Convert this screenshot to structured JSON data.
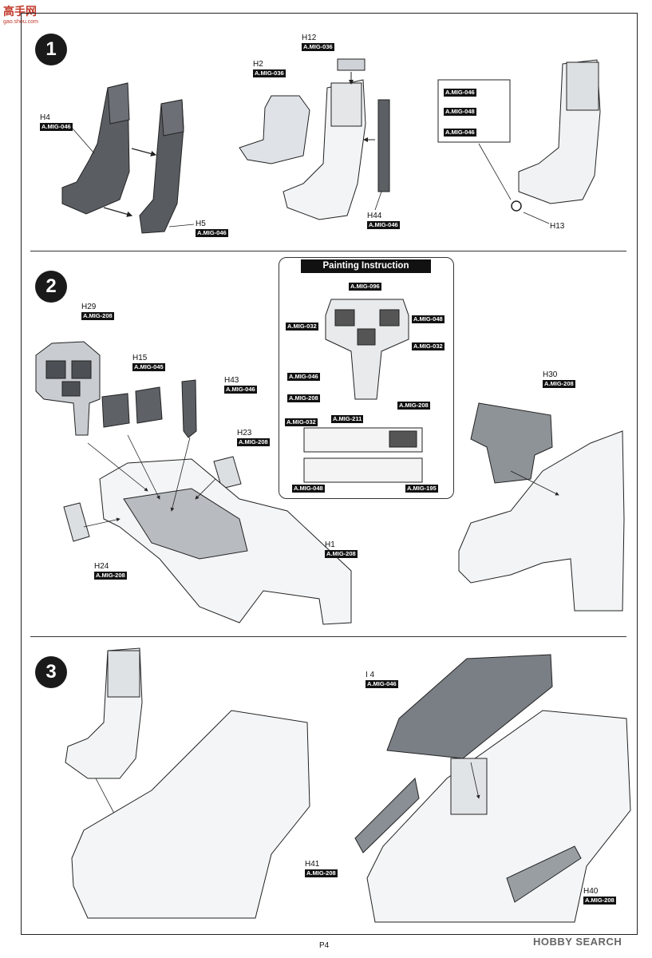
{
  "header_logo": {
    "text": "高手网",
    "url_text": "gao.shou.com"
  },
  "page_number": "P4",
  "watermark": "HOBBY SEARCH",
  "steps": [
    {
      "number": "1"
    },
    {
      "number": "2"
    },
    {
      "number": "3"
    }
  ],
  "step1": {
    "H4": {
      "part": "H4",
      "code": "A.MIG-046"
    },
    "H5": {
      "part": "H5",
      "code": "A.MIG-046"
    },
    "H12": {
      "part": "H12",
      "code": "A.MIG-036"
    },
    "H2": {
      "part": "H2",
      "code": "A.MIG-036"
    },
    "H44": {
      "part": "H44",
      "code": "A.MIG-046"
    },
    "H13": {
      "part": "H13"
    },
    "callout_codes": [
      "A.MIG-046",
      "A.MIG-048",
      "A.MIG-046"
    ]
  },
  "step2": {
    "H29": {
      "part": "H29",
      "code": "A.MIG-208"
    },
    "H15": {
      "part": "H15",
      "code": "A.MIG-045"
    },
    "H43": {
      "part": "H43",
      "code": "A.MIG-046"
    },
    "H23": {
      "part": "H23",
      "code": "A.MIG-208"
    },
    "H24": {
      "part": "H24",
      "code": "A.MIG-208"
    },
    "H1": {
      "part": "H1",
      "code": "A.MIG-208"
    },
    "H30": {
      "part": "H30",
      "code": "A.MIG-208"
    },
    "painting": {
      "title": "Painting Instruction",
      "codes": {
        "top": "A.MIG-096",
        "left": "A.MIG-032",
        "right1": "A.MIG-048",
        "right2": "A.MIG-032",
        "mid": "A.MIG-046",
        "lower": "A.MIG-208",
        "c1a": "A.MIG-032",
        "c1b": "A.MIG-211",
        "c1c": "A.MIG-208",
        "c2a": "A.MIG-048",
        "c2b": "A.MIG-195"
      }
    }
  },
  "step3": {
    "I4": {
      "part": "I 4",
      "code": "A.MIG-046"
    },
    "H41": {
      "part": "H41",
      "code": "A.MIG-208"
    },
    "H40": {
      "part": "H40",
      "code": "A.MIG-208"
    }
  }
}
